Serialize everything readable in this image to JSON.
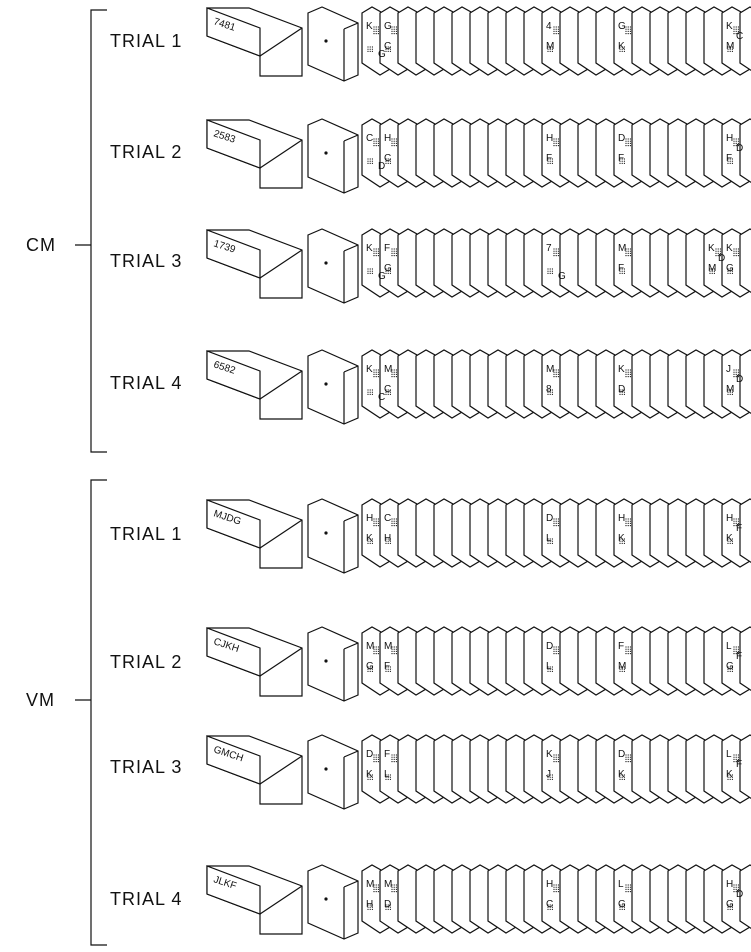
{
  "groups": [
    {
      "label": "CM",
      "trials": [
        {
          "label": "TRIAL 1",
          "memory": "7481",
          "frames": [
            [
              "K",
              "",
              "",
              "G"
            ],
            [
              "G",
              "C"
            ],
            [
              "4",
              "M",
              "",
              ""
            ],
            [
              "G",
              "K",
              "",
              ""
            ],
            [
              "K",
              "M",
              "C",
              ""
            ]
          ]
        },
        {
          "label": "TRIAL 2",
          "memory": "2583",
          "frames": [
            [
              "C",
              "",
              "",
              "D"
            ],
            [
              "H",
              "C"
            ],
            [
              "H",
              "F",
              "",
              ""
            ],
            [
              "D",
              "F",
              "",
              ""
            ],
            [
              "H",
              "F",
              "D",
              ""
            ]
          ]
        },
        {
          "label": "TRIAL 3",
          "memory": "1739",
          "frames": [
            [
              "K",
              "",
              "",
              "G"
            ],
            [
              "F",
              "G"
            ],
            [
              "7",
              "",
              "",
              "G"
            ],
            [
              "M",
              "F",
              "",
              ""
            ],
            [
              "K",
              "G",
              "",
              ""
            ],
            [
              "K",
              "M",
              "D",
              ""
            ]
          ]
        },
        {
          "label": "TRIAL 4",
          "memory": "6582",
          "frames": [
            [
              "K",
              "",
              "",
              "C"
            ],
            [
              "M",
              "C"
            ],
            [
              "M",
              "8",
              "",
              ""
            ],
            [
              "K",
              "D",
              "",
              ""
            ],
            [
              "J",
              "M",
              "D",
              ""
            ]
          ]
        }
      ]
    },
    {
      "label": "VM",
      "trials": [
        {
          "label": "TRIAL 1",
          "memory": "MJDG",
          "frames": [
            [
              "H",
              "K",
              "",
              ""
            ],
            [
              "C",
              "H"
            ],
            [
              "D",
              "L",
              "",
              ""
            ],
            [
              "H",
              "K",
              "",
              ""
            ],
            [
              "H",
              "K",
              "F",
              ""
            ]
          ]
        },
        {
          "label": "TRIAL 2",
          "memory": "CJKH",
          "frames": [
            [
              "M",
              "G",
              "",
              ""
            ],
            [
              "M",
              "F"
            ],
            [
              "D",
              "L",
              "",
              ""
            ],
            [
              "F",
              "M",
              "",
              ""
            ],
            [
              "L",
              "G",
              "F",
              ""
            ]
          ]
        },
        {
          "label": "TRIAL 3",
          "memory": "GMCH",
          "frames": [
            [
              "D",
              "K",
              "",
              ""
            ],
            [
              "F",
              "L"
            ],
            [
              "K",
              "J",
              "",
              ""
            ],
            [
              "D",
              "K",
              "",
              ""
            ],
            [
              "L",
              "K",
              "F",
              ""
            ]
          ]
        },
        {
          "label": "TRIAL 4",
          "memory": "JLKF",
          "frames": [
            [
              "M",
              "H",
              "",
              ""
            ],
            [
              "M",
              "D"
            ],
            [
              "H",
              "C",
              "",
              ""
            ],
            [
              "L",
              "G",
              "",
              ""
            ],
            [
              "H",
              "G",
              "D",
              ""
            ]
          ]
        }
      ]
    }
  ]
}
